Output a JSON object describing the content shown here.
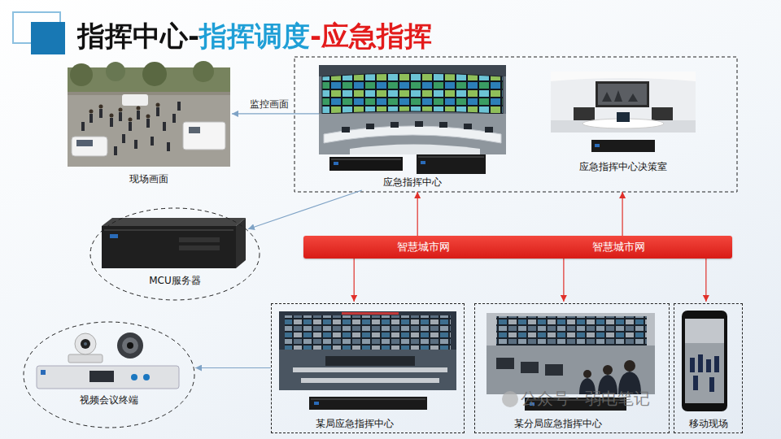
{
  "diagram": {
    "title": "指挥中心-指挥调度-应急指挥",
    "nodes": [
      {
        "text": [
          "现场画面"
        ]
      },
      {
        "text": [
          "应急指挥中心"
        ]
      },
      {
        "text": [
          "应急指挥中心决策室"
        ]
      },
      {
        "text": [
          "智慧城市网",
          "智慧城市网"
        ]
      },
      {
        "text": [
          "MCU服务器"
        ]
      },
      {
        "text": [
          "某局应急指挥中心"
        ]
      },
      {
        "text": [
          "某分局应急指挥中心"
        ]
      },
      {
        "text": [
          "移动现场"
        ]
      },
      {
        "text": [
          "视频会议终端"
        ]
      }
    ],
    "edges": [
      {
        "from": 1,
        "to": 0,
        "arrow": "to",
        "label": "监控画面"
      },
      {
        "from": 1,
        "to": 4,
        "arrow": "to"
      },
      {
        "from": 3,
        "to": 1,
        "arrow": "to"
      },
      {
        "from": 3,
        "to": 2,
        "arrow": "to"
      },
      {
        "from": 3,
        "to": 5,
        "arrow": "to"
      },
      {
        "from": 3,
        "to": 6,
        "arrow": "to"
      },
      {
        "from": 3,
        "to": 7,
        "arrow": "to"
      },
      {
        "from": 5,
        "to": 8,
        "arrow": "to"
      }
    ],
    "labels": [
      "公众号 · 弱电笔记"
    ]
  }
}
